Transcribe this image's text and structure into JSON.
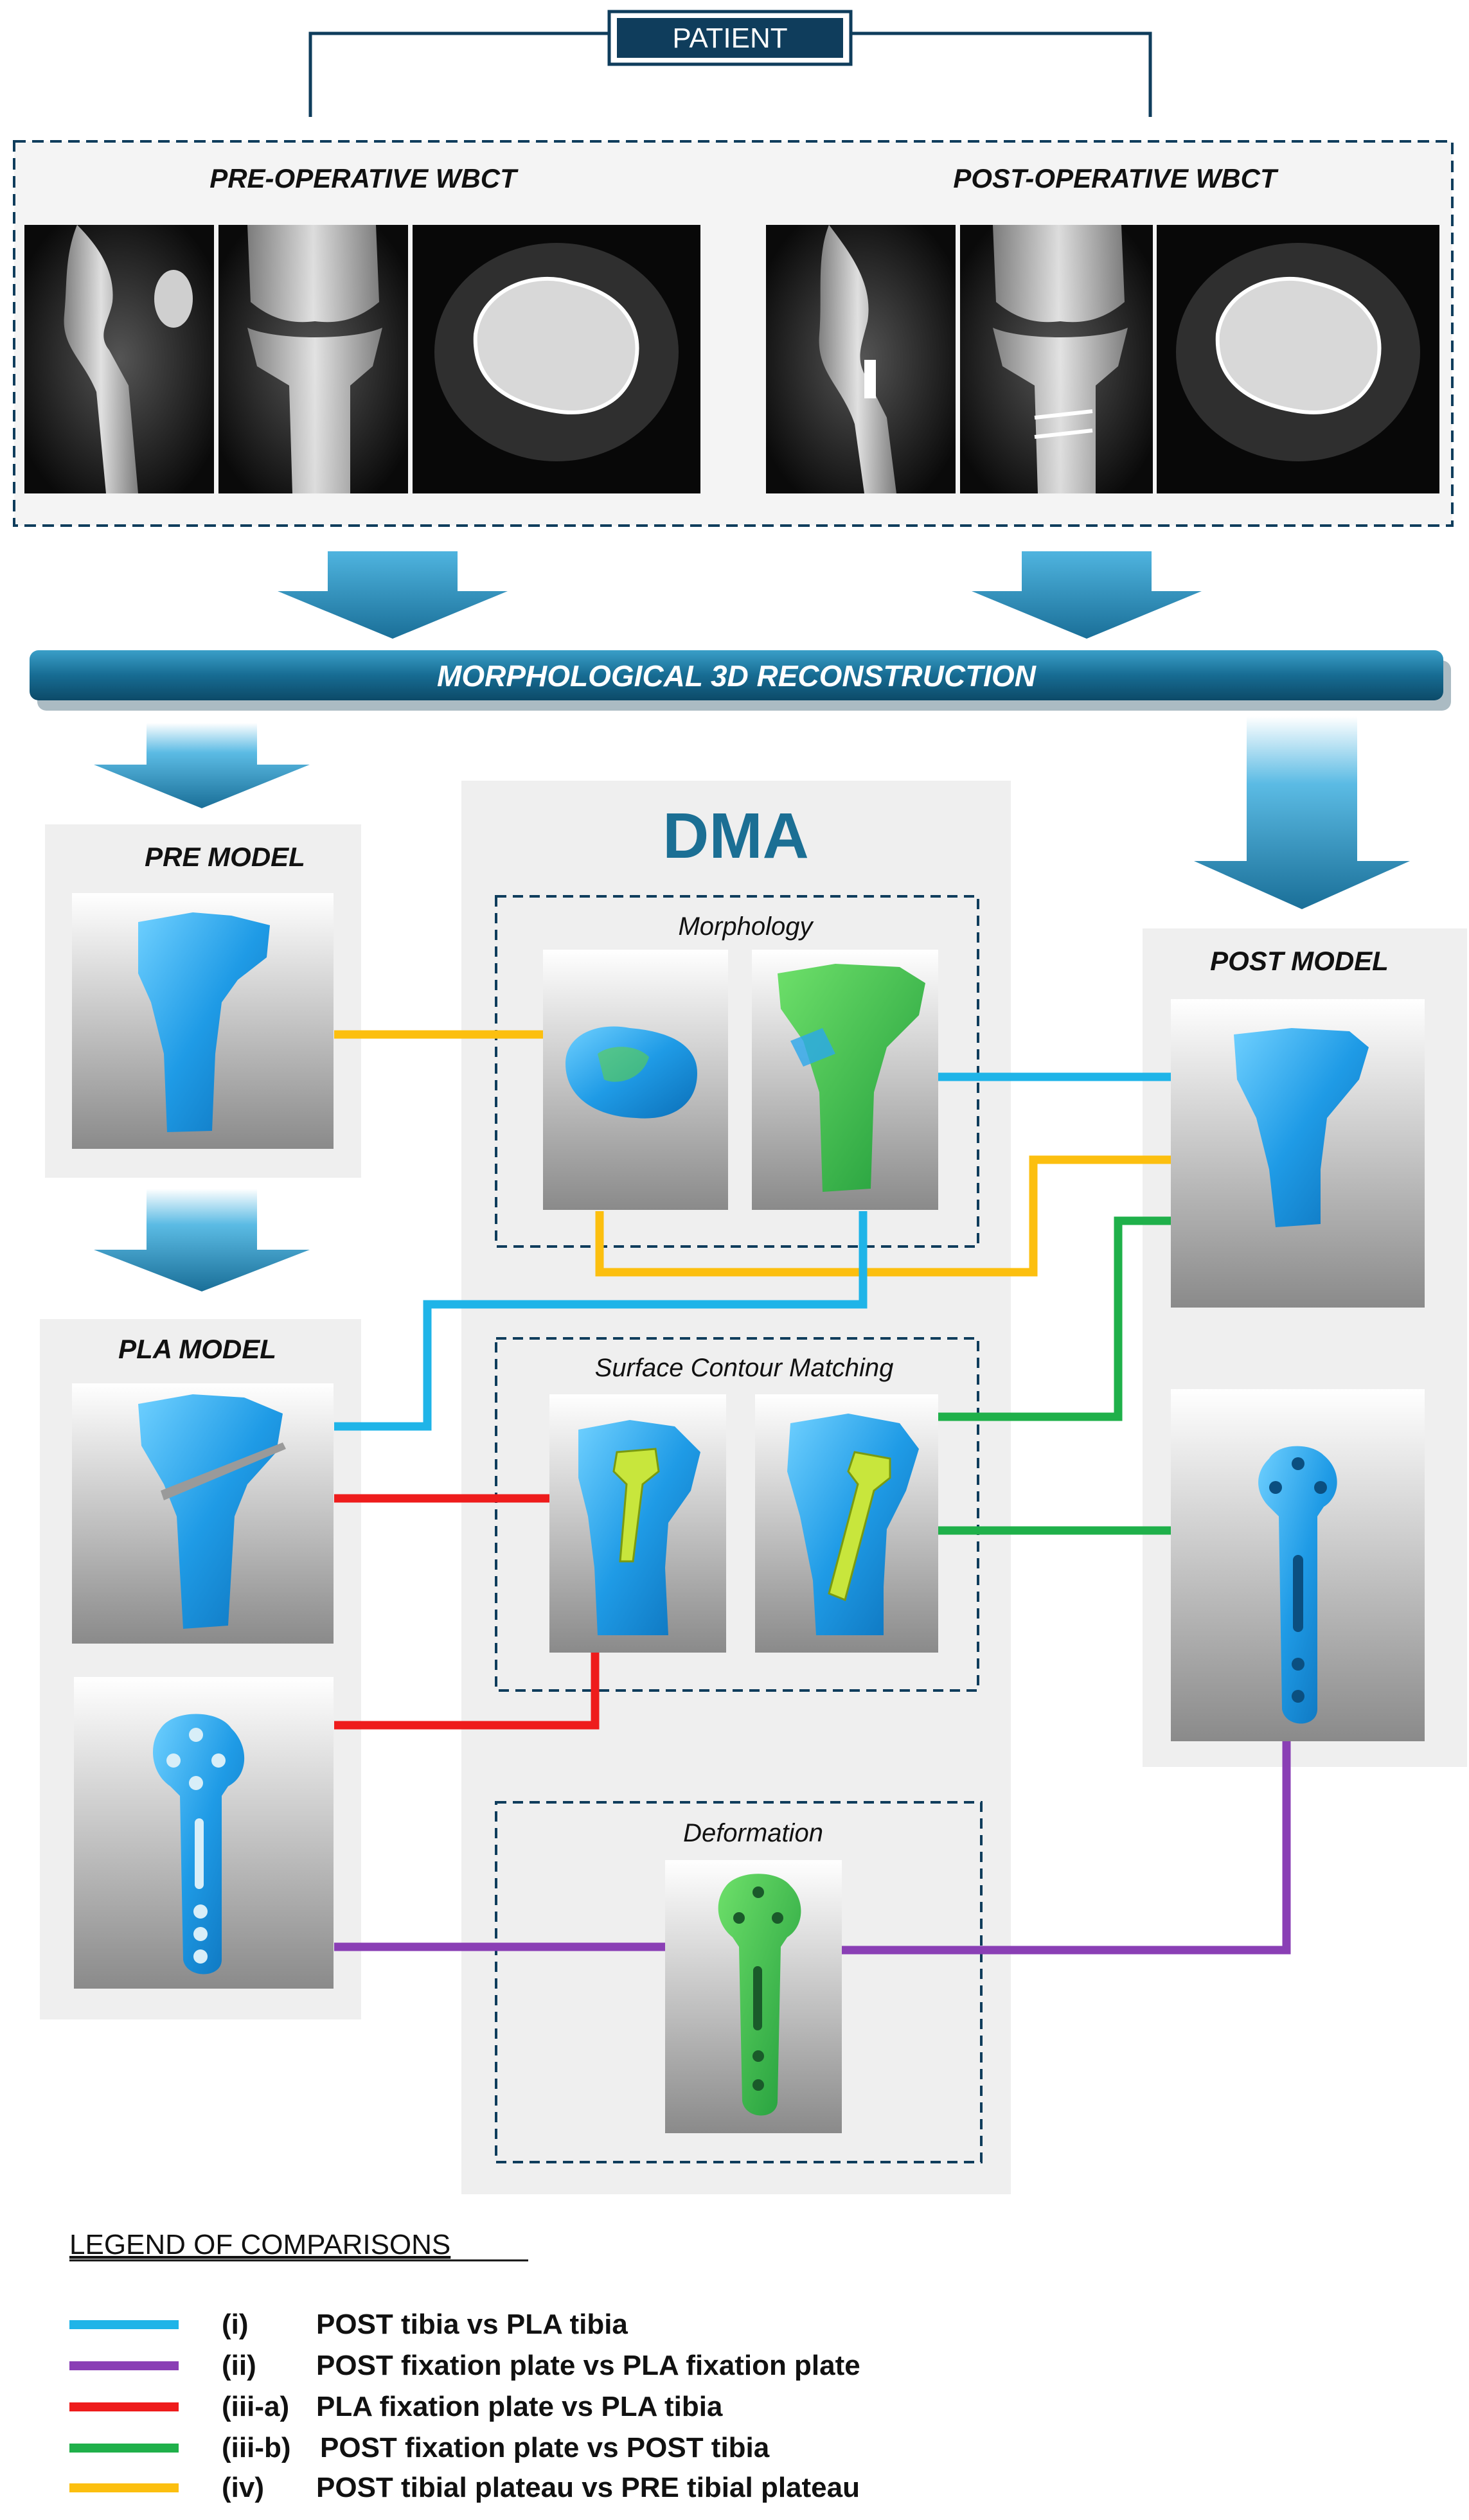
{
  "header": {
    "patient": "PATIENT",
    "pre_wbct": "PRE-OPERATIVE WBCT",
    "post_wbct": "POST-OPERATIVE WBCT",
    "reconstruction": "MORPHOLOGICAL 3D RECONSTRUCTION"
  },
  "models": {
    "pre": "PRE MODEL",
    "pla": "PLA MODEL",
    "post": "POST MODEL"
  },
  "dma": {
    "title": "DMA",
    "morphology": "Morphology",
    "surface": "Surface Contour Matching",
    "deformation": "Deformation"
  },
  "legend": {
    "title": "LEGEND OF COMPARISONS",
    "items": [
      {
        "code": "(i)",
        "text": "POST tibia vs PLA tibia",
        "color": "#1fb4e8"
      },
      {
        "code": "(ii)",
        "text": "POST fixation plate vs PLA fixation plate",
        "color": "#8a3fb5"
      },
      {
        "code": "(iii-a)",
        "text": "PLA fixation plate vs PLA tibia",
        "color": "#ee1c1c"
      },
      {
        "code": "(iii-b)",
        "text": "POST fixation plate vs POST tibia",
        "color": "#1fb04a"
      },
      {
        "code": "(iv)",
        "text": "POST tibial plateau vs PRE tibial plateau",
        "color": "#fcbf0f"
      }
    ]
  },
  "colors": {
    "navy": "#0f3d5c",
    "banner": "#1b6f94",
    "arrow": "#2a8fbf",
    "panel": "#efefef",
    "bone_blue": "#2aa7ec",
    "plate_yellow": "#c8e63c",
    "deform_green": "#5ed14a"
  }
}
